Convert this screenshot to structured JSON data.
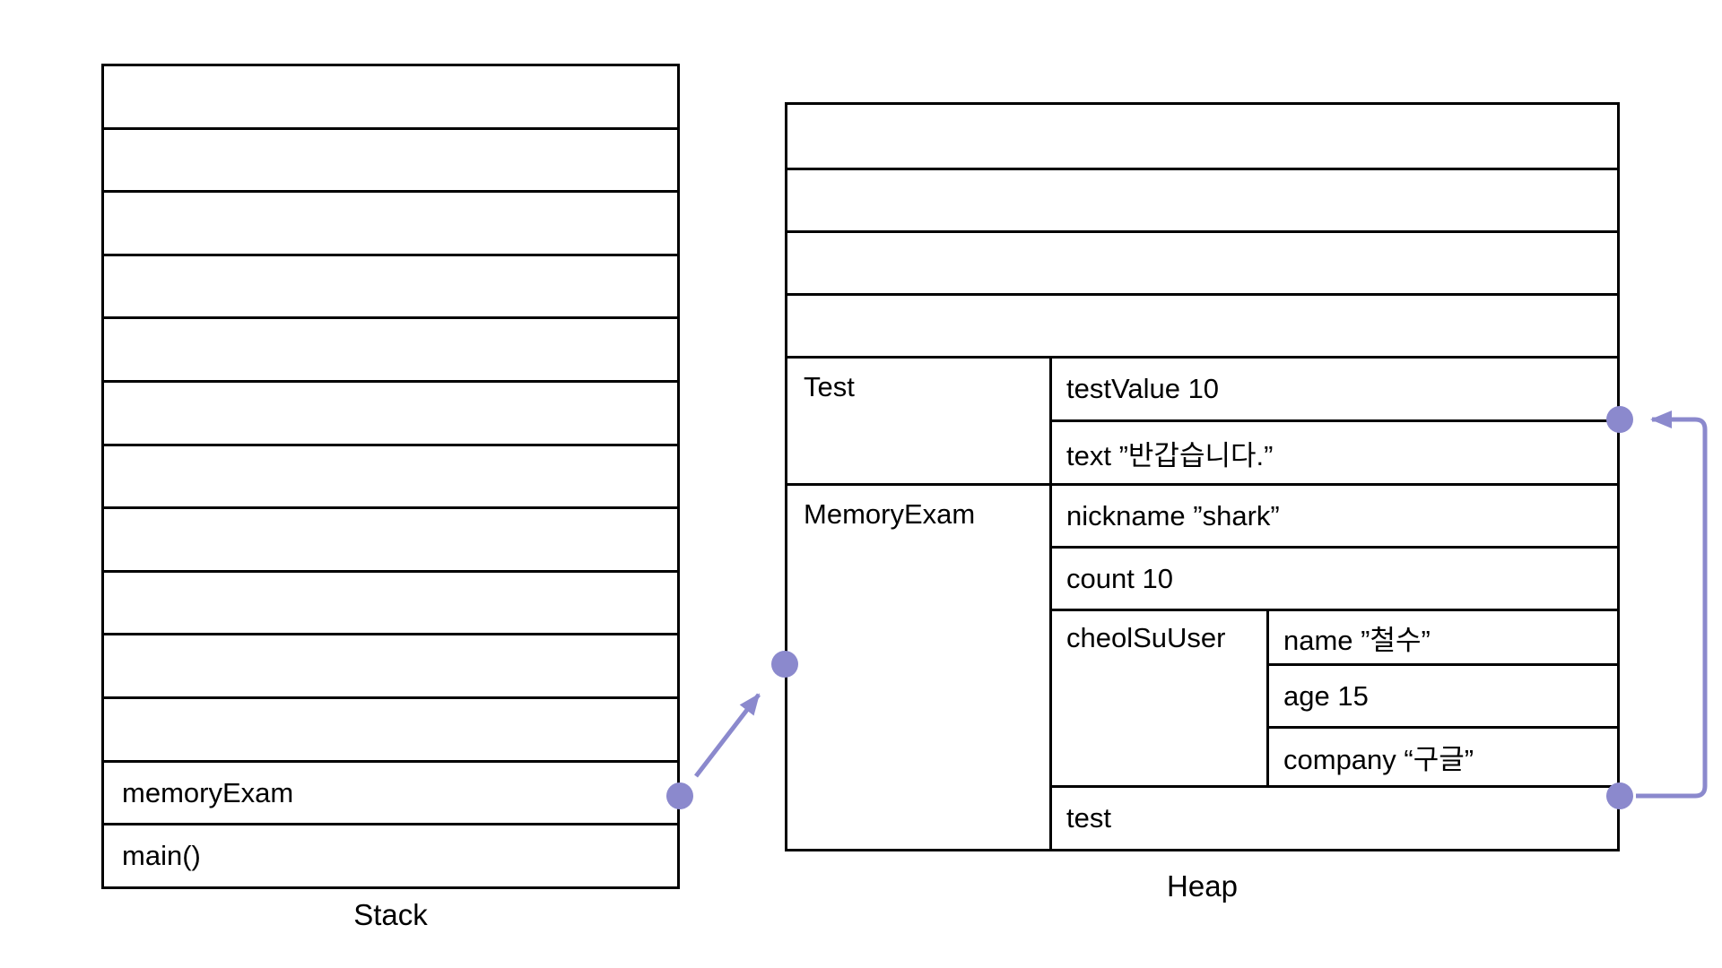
{
  "colors": {
    "background": "#FFFFFF",
    "border": "#000000",
    "text": "#000000",
    "accent": "#8B89CD"
  },
  "stack": {
    "label": "Stack",
    "empty_slot_count": 11,
    "items": [
      "memoryExam",
      "main()"
    ]
  },
  "heap": {
    "label": "Heap",
    "empty_slot_count": 4,
    "blocks": [
      {
        "name": "Test",
        "fields": [
          "testValue 10",
          "text ”반갑습니다.”"
        ]
      },
      {
        "name": "MemoryExam",
        "fields": [
          "nickname ”shark”",
          "count 10"
        ],
        "nested": {
          "name": "cheolSuUser",
          "fields": [
            "name ”철수”",
            "age 15",
            "company “구글”"
          ]
        },
        "trailing": "test"
      }
    ]
  },
  "pointers": {
    "stack_to_heap": {
      "from": "memoryExam",
      "to": "MemoryExam"
    },
    "heap_internal": {
      "from": "test",
      "to": "Test"
    }
  }
}
